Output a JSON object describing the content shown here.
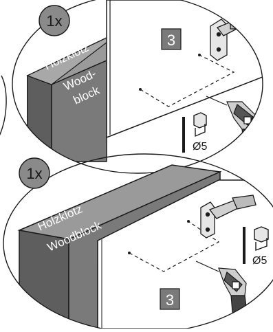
{
  "panels": [
    {
      "quantity": "1x",
      "block_label_de": "Holzklotz",
      "block_label_en_line1": "Wood-",
      "block_label_en_line2": "block",
      "step_number": "3",
      "drill_size": "Ø5"
    },
    {
      "quantity": "1x",
      "block_label_de": "Holzklotz",
      "block_label_en": "Woodblock",
      "step_number": "3",
      "drill_size": "Ø5"
    }
  ],
  "colors": {
    "block_front": "#6e6e6e",
    "block_side": "#8a8a8a",
    "badge": "#8a8a8a",
    "step_box": "#7a7a7a",
    "outline": "#1a1a1a"
  }
}
